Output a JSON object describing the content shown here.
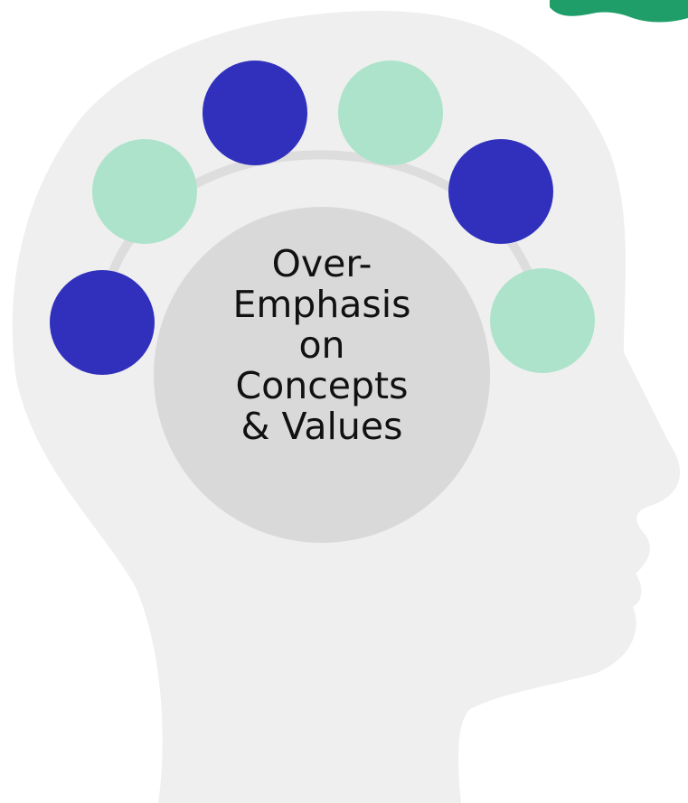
{
  "diagram": {
    "center_label_lines": [
      "Over-",
      "Emphasis",
      "on",
      "Concepts",
      "& Values"
    ],
    "colors": {
      "head": "#efefef",
      "arc": "#dddddd",
      "center": "#d9d9d9",
      "dark_circle": "#3030bd",
      "light_circle": "#ade3cb",
      "corner_accent": "#1f9e6a"
    },
    "nodes": [
      {
        "name": "node-1",
        "color": "dark_circle"
      },
      {
        "name": "node-2",
        "color": "light_circle"
      },
      {
        "name": "node-3",
        "color": "dark_circle"
      },
      {
        "name": "node-4",
        "color": "light_circle"
      },
      {
        "name": "node-5",
        "color": "dark_circle"
      },
      {
        "name": "node-6",
        "color": "light_circle"
      }
    ]
  }
}
